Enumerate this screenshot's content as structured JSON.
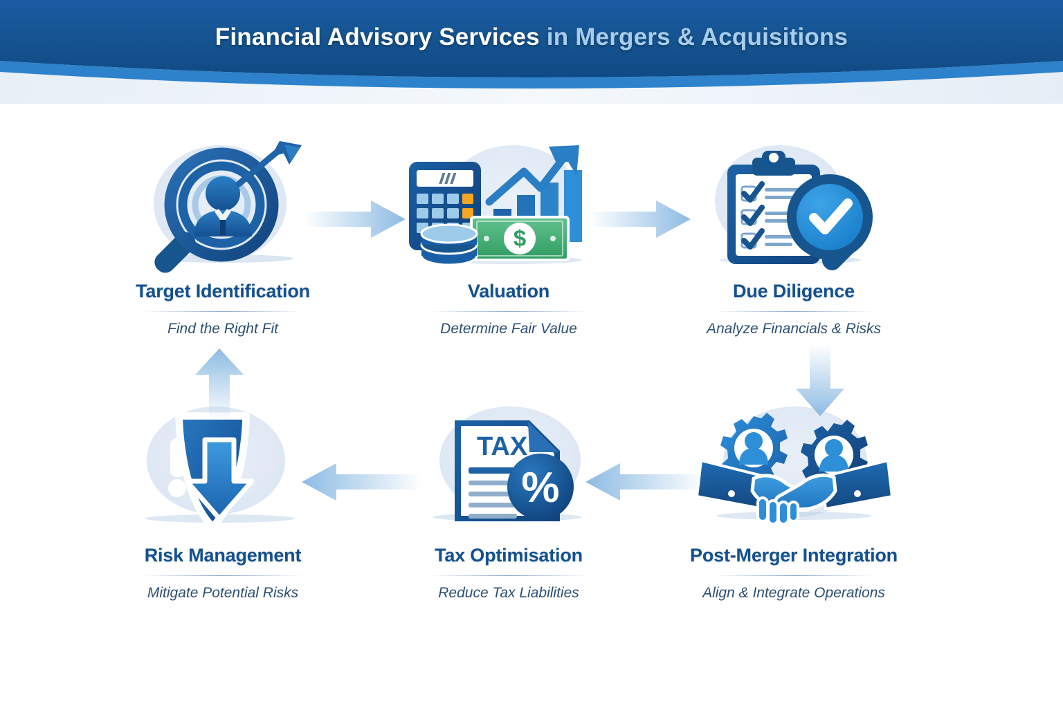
{
  "header": {
    "title_strong": "Financial Advisory Services",
    "title_light": " in Mergers & Acquisitions",
    "bg_dark": "#14508f",
    "bg_stripe": "#2e82cb",
    "bg_band": "#e3ebf5",
    "title_color": "#ffffff",
    "title_accent_color": "#a8cdec"
  },
  "theme": {
    "dark_blue": "#14508f",
    "mid_blue": "#1d6ab4",
    "bright_blue": "#2e8fd9",
    "light_blue": "#8dbbe3",
    "pale_blue": "#e3ebf5",
    "green": "#2e9e60",
    "orange": "#f5a623",
    "text_dark": "#14508f",
    "text_sub": "#2d4f72",
    "page_bg": "#ffffff"
  },
  "nodes": [
    {
      "id": "target-identification",
      "icon": "target-magnifier-person-icon",
      "title": "Target Identification",
      "subtitle": "Find the Right Fit"
    },
    {
      "id": "valuation",
      "icon": "calculator-chart-money-icon",
      "title": "Valuation",
      "subtitle": "Determine Fair Value"
    },
    {
      "id": "due-diligence",
      "icon": "clipboard-checklist-magnifier-icon",
      "title": "Due Diligence",
      "subtitle": "Analyze Financials & Risks"
    },
    {
      "id": "post-merger-integration",
      "icon": "gears-handshake-icon",
      "title": "Post-Merger Integration",
      "subtitle": "Align & Integrate Operations"
    },
    {
      "id": "tax-optimisation",
      "icon": "tax-document-percent-icon",
      "title": "Tax Optimisation",
      "subtitle": "Reduce Tax Liabilities"
    },
    {
      "id": "risk-management",
      "icon": "shield-alert-down-arrow-icon",
      "title": "Risk Management",
      "subtitle": "Mitigate Potential Risks"
    }
  ],
  "connectors": [
    {
      "id": "arrow-target-to-valuation",
      "direction": "right"
    },
    {
      "id": "arrow-valuation-to-duedil",
      "direction": "right"
    },
    {
      "id": "arrow-duedil-to-pmi",
      "direction": "down"
    },
    {
      "id": "arrow-pmi-to-tax",
      "direction": "left"
    },
    {
      "id": "arrow-tax-to-risk",
      "direction": "left"
    },
    {
      "id": "arrow-risk-to-target",
      "direction": "up"
    }
  ],
  "icon_text": {
    "tax_label": "TAX",
    "percent_symbol": "%",
    "dollar_symbol": "$"
  }
}
